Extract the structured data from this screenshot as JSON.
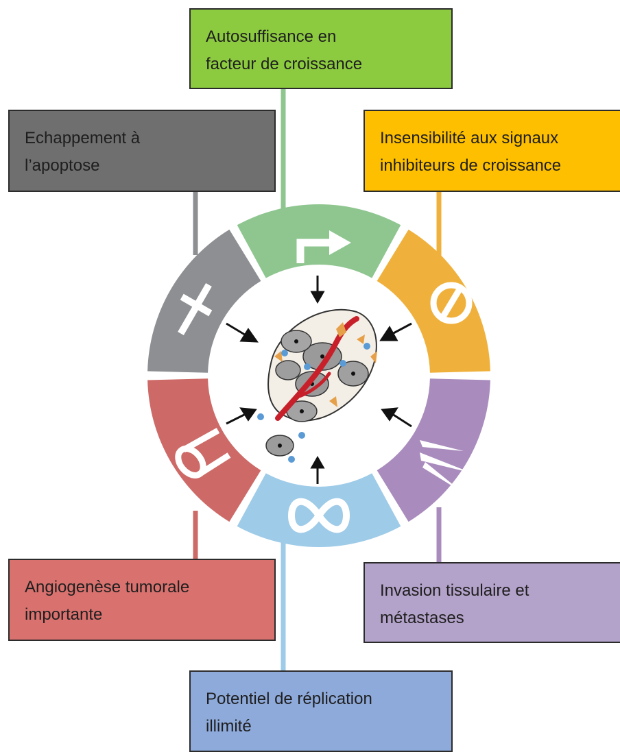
{
  "hallmarks": {
    "growth_signals": {
      "line1": "Autosuffisance en",
      "line2": "facteur de croissance",
      "color": "#8ccb3f",
      "icon": "turn-right-arrow-icon"
    },
    "apoptosis": {
      "line1": "Echappement à",
      "line2": "l’apoptose",
      "color": "#6f6f6f",
      "icon": "dagger-icon"
    },
    "anti_growth": {
      "line1": "Insensibilité aux signaux",
      "line2": "inhibiteurs de croissance",
      "color": "#fdbf00",
      "icon": "no-entry-icon"
    },
    "angiogenesis": {
      "line1": "Angiogenèse tumorale",
      "line2": "importante",
      "color": "#d9726f",
      "icon": "vessel-tube-icon"
    },
    "invasion": {
      "line1": "Invasion tissulaire et",
      "line2": "métastases",
      "color": "#b3a2c9",
      "icon": "invasion-spikes-icon"
    },
    "replication": {
      "line1": "Potentiel de réplication",
      "line2": "illimité",
      "color": "#8eaadb",
      "icon": "infinity-icon"
    }
  },
  "ring_colors": {
    "top": "#8fc690",
    "top_right": "#f0b13c",
    "bottom_right": "#a98cbd",
    "bottom": "#9ecbe8",
    "bottom_left": "#cd6a67",
    "top_left": "#8d8f92"
  },
  "center": {
    "icon": "tumor-cells-icon"
  }
}
